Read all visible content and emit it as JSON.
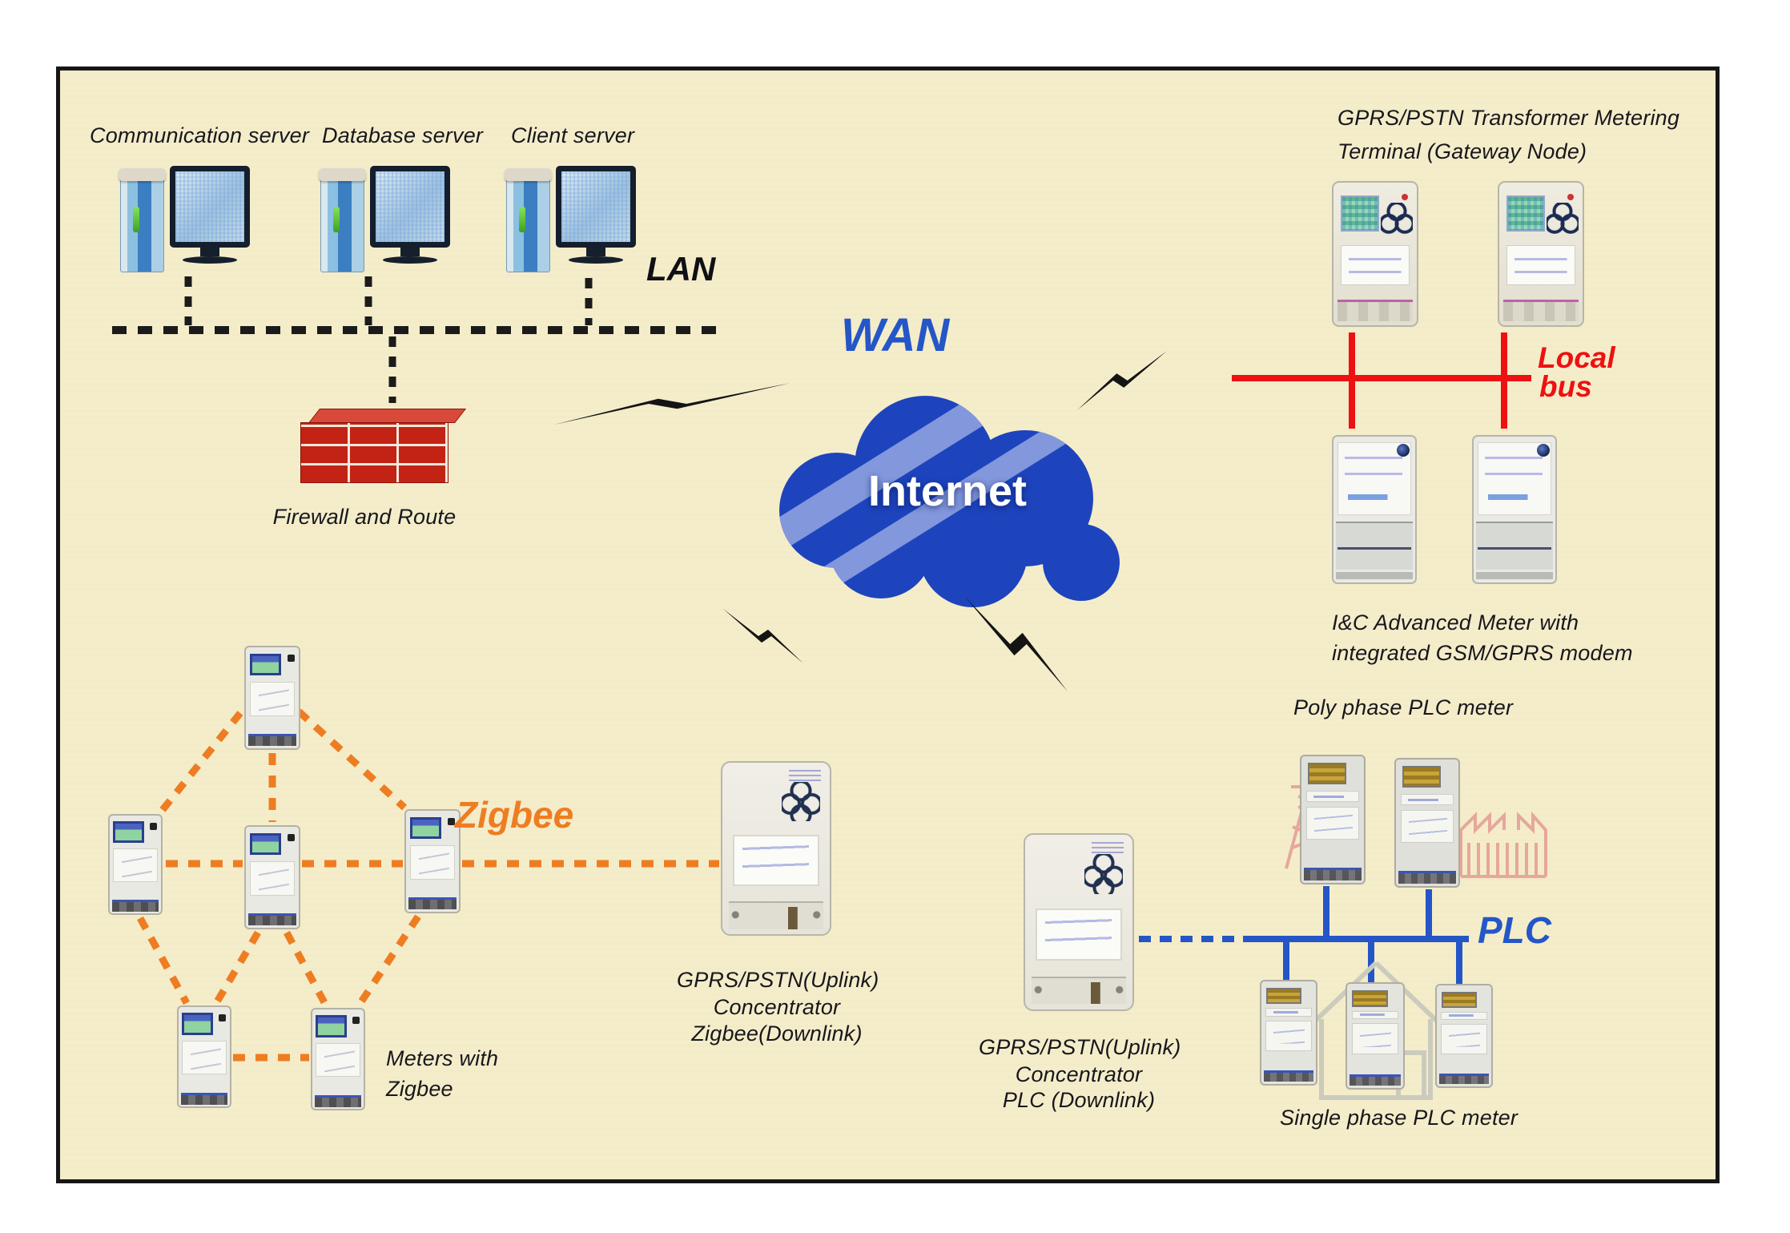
{
  "labels": {
    "servers": [
      "Communication server",
      "Database server",
      "Client server"
    ],
    "lan": "LAN",
    "firewall": "Firewall and Route",
    "wan": "WAN",
    "internet": "Internet",
    "gateway": [
      "GPRS/PSTN Transformer Metering",
      "Terminal (Gateway Node)"
    ],
    "local": [
      "Local",
      "bus"
    ],
    "ic": [
      "I&C Advanced Meter with",
      "integrated GSM/GPRS modem"
    ],
    "poly": "Poly phase PLC meter",
    "zigbee": "Zigbee",
    "meters_zigbee": [
      "Meters with",
      "Zigbee"
    ],
    "conc_zigbee": [
      "GPRS/PSTN(Uplink)",
      "Concentrator",
      "Zigbee(Downlink)"
    ],
    "conc_plc": [
      "GPRS/PSTN(Uplink)",
      "Concentrator",
      "PLC (Downlink)"
    ],
    "plc": "PLC",
    "single": "Single phase PLC meter"
  },
  "colors": {
    "background": "#f4edca",
    "cloud": "#1d44bd",
    "cloud_stripe": "#8b9fdf",
    "wan_blue": "#2456c8",
    "bus_red": "#ee1111",
    "zigbee_orange": "#ee7d22",
    "plc_blue": "#2456c8",
    "line_black": "#1b1b1b"
  }
}
